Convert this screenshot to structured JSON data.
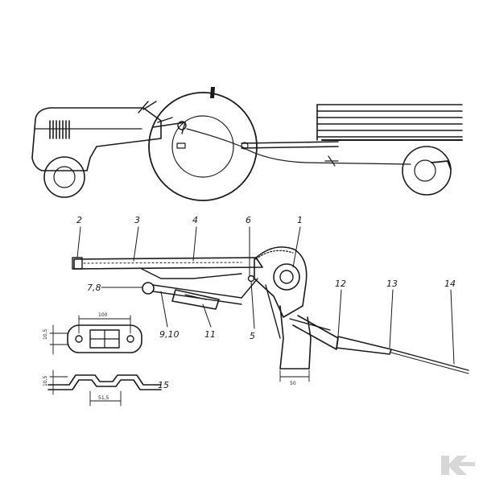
{
  "callouts": [
    {
      "id": "2",
      "text": "2"
    },
    {
      "id": "3",
      "text": "3"
    },
    {
      "id": "4",
      "text": "4"
    },
    {
      "id": "6",
      "text": "6"
    },
    {
      "id": "1",
      "text": "1"
    },
    {
      "id": "78",
      "text": "7,8"
    },
    {
      "id": "910",
      "text": "9,10"
    },
    {
      "id": "11",
      "text": "11"
    },
    {
      "id": "5",
      "text": "5"
    },
    {
      "id": "12",
      "text": "12"
    },
    {
      "id": "13",
      "text": "13"
    },
    {
      "id": "14",
      "text": "14"
    },
    {
      "id": "15",
      "text": "15"
    }
  ],
  "dimensions": {
    "bracket_width": "100",
    "bracket_height": "10,5",
    "strip_height": "10,5",
    "strip_width": "51,5",
    "socket_width": "50"
  },
  "watermark": {
    "letter": "K",
    "color": "#d7d7d7"
  }
}
